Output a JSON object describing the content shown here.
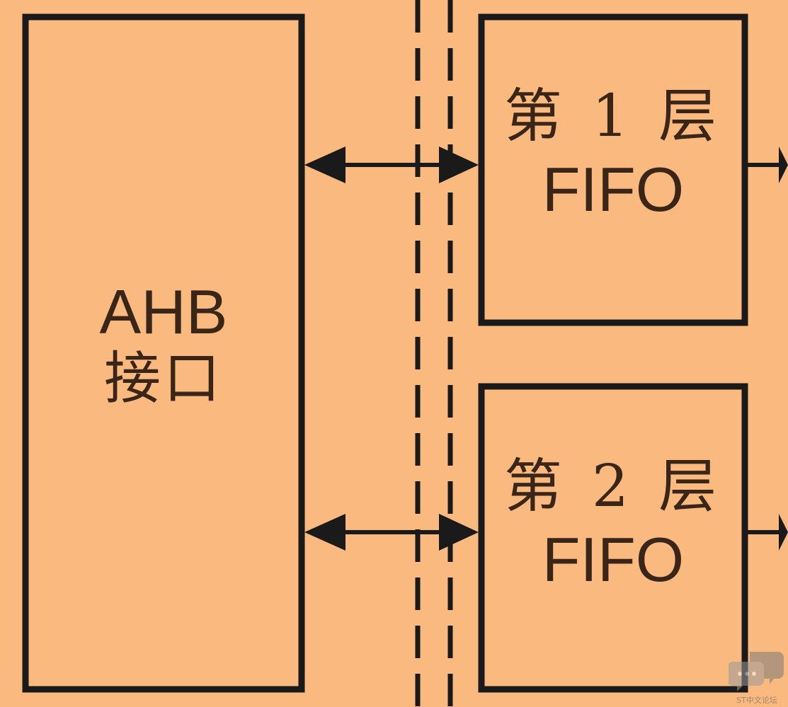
{
  "colors": {
    "background": "#f9b97f",
    "line": "#1a1a1a"
  },
  "ahb_block": {
    "line1": "AHB",
    "line2": "接口"
  },
  "fifo_layers": [
    {
      "line1": "第 1 层",
      "line2": "FIFO"
    },
    {
      "line1": "第 2 层",
      "line2": "FIFO"
    }
  ],
  "watermark": {
    "text": "ST中文论坛"
  }
}
